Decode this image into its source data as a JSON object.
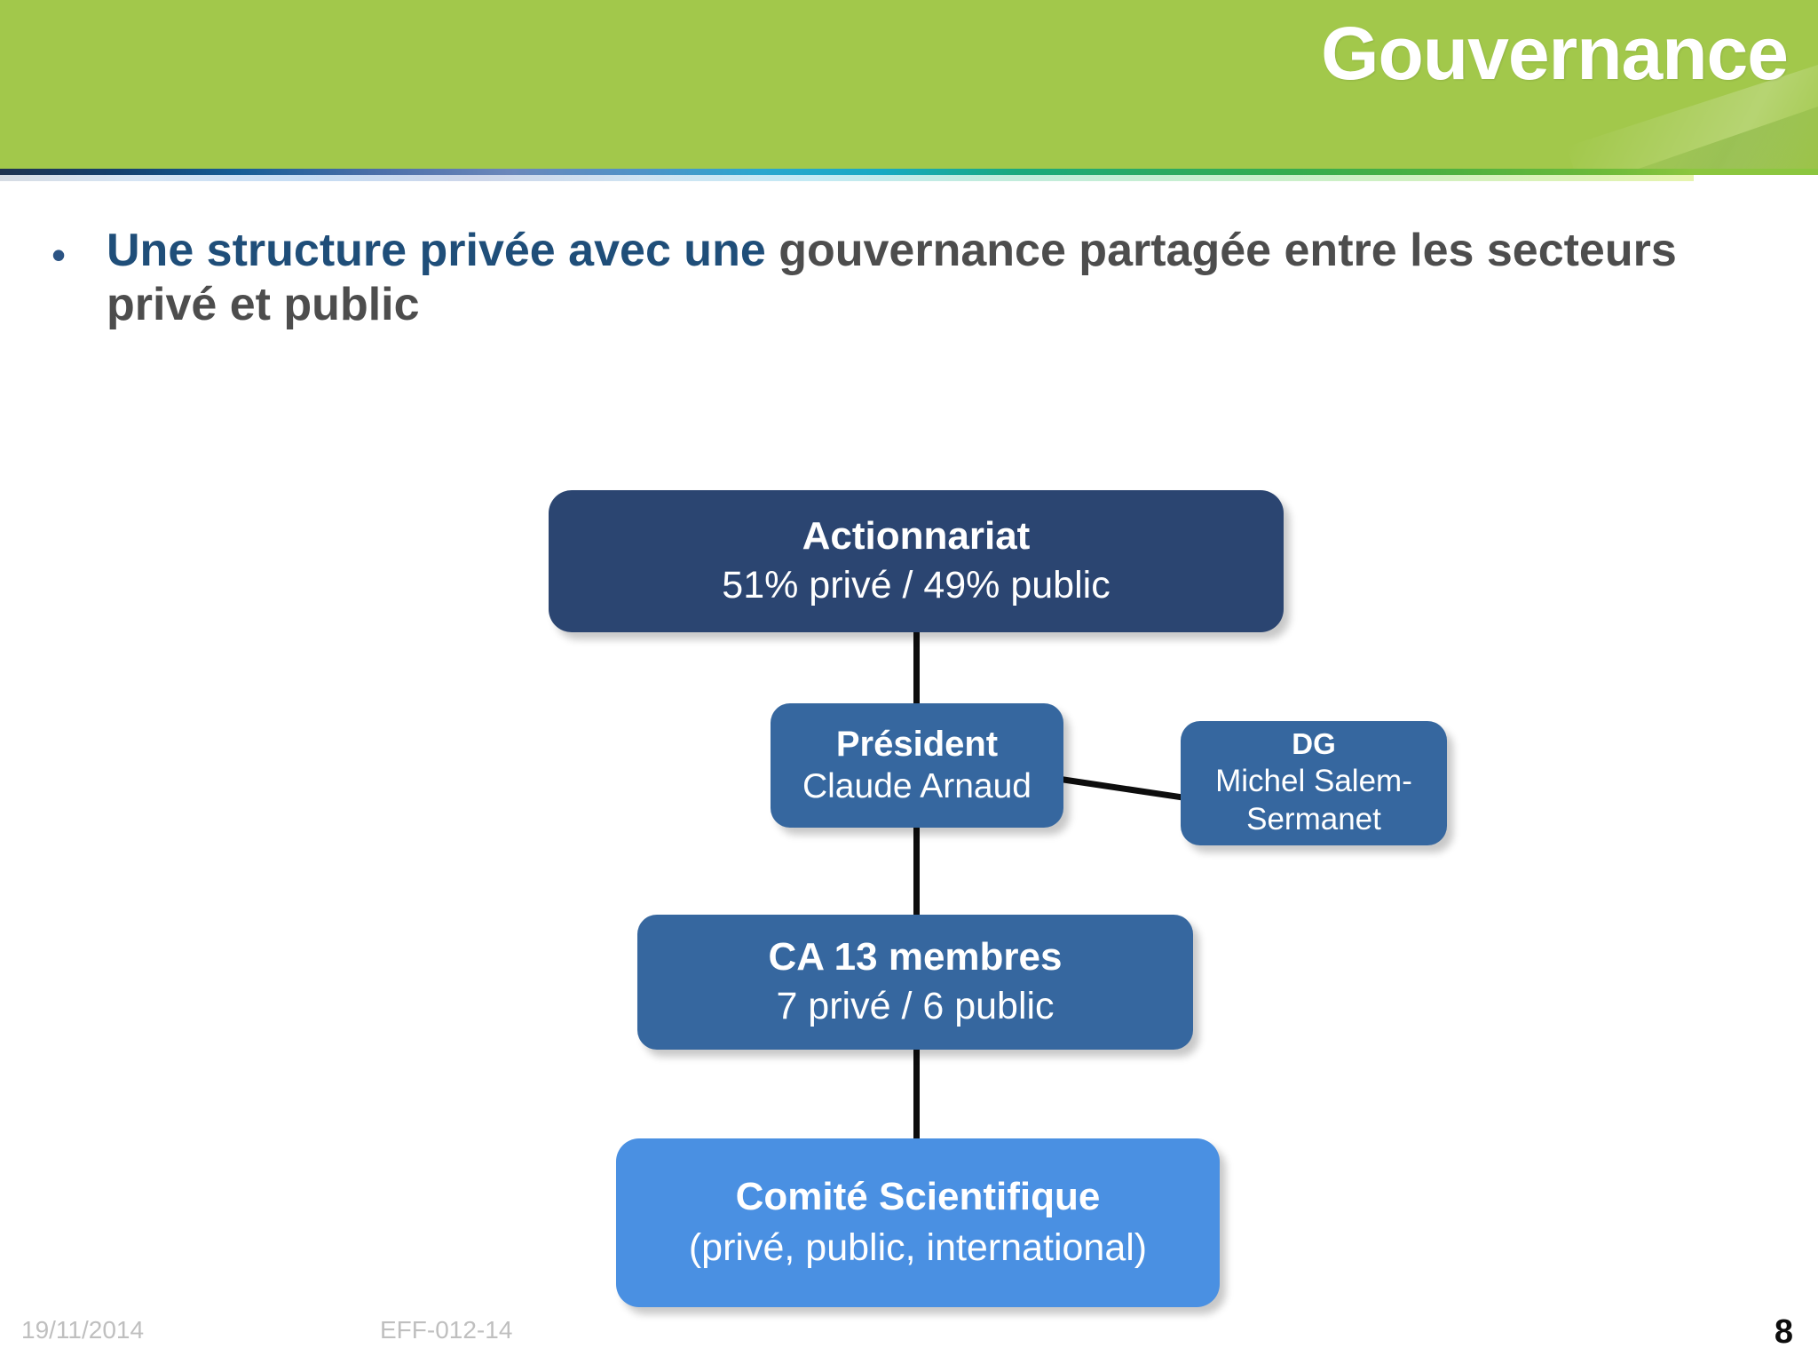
{
  "header": {
    "title": "Gouvernance",
    "band_color": "#a2c84b",
    "title_color": "#ffffff"
  },
  "rule": {
    "gradient_start": "#1f3350",
    "gradient_mid": "#2aa7cf",
    "gradient_end": "#8cc63f"
  },
  "bullet": {
    "marker": "•",
    "accent_text": "Une structure privée avec une ",
    "rest_text": "gouvernance partagée entre les secteurs privé et public",
    "accent_color": "#1f4e79",
    "rest_color": "#4d4d4d"
  },
  "chart_data": {
    "type": "diagram",
    "title": "Gouvernance",
    "nodes": [
      {
        "id": "actionnariat",
        "title": "Actionnariat",
        "subtitle": "51% privé / 49% public",
        "color": "#2b4571",
        "level": 0
      },
      {
        "id": "president",
        "title": "Président",
        "subtitle": "Claude Arnaud",
        "color": "#36679f",
        "level": 1
      },
      {
        "id": "dg",
        "title": "DG",
        "subtitle": "Michel Salem-Sermanet",
        "color": "#36679f",
        "level": 1
      },
      {
        "id": "ca",
        "title": "CA 13 membres",
        "subtitle": "7 privé / 6 public",
        "color": "#36679f",
        "level": 2
      },
      {
        "id": "comite",
        "title": "Comité Scientifique",
        "subtitle": "(privé, public, international)",
        "color": "#4a90e2",
        "level": 3
      }
    ],
    "edges": [
      {
        "from": "actionnariat",
        "to": "president"
      },
      {
        "from": "president",
        "to": "dg"
      },
      {
        "from": "president",
        "to": "ca"
      },
      {
        "from": "ca",
        "to": "comite"
      }
    ]
  },
  "footer": {
    "date": "19/11/2014",
    "reference": "EFF-012-14",
    "page_number": "8"
  }
}
